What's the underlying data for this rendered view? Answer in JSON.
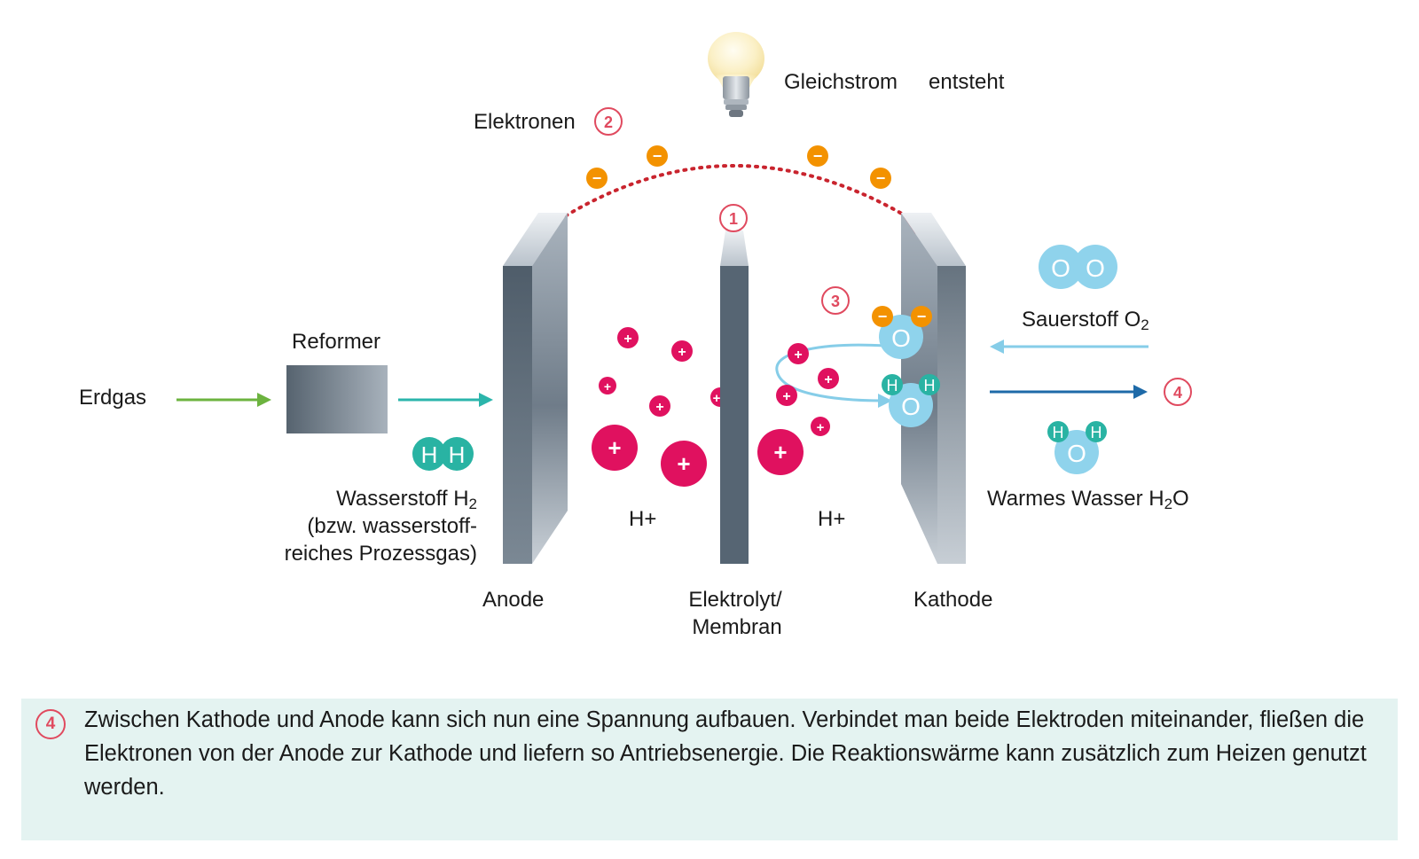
{
  "labels": {
    "gleichstrom": "Gleichstrom",
    "entsteht": "entsteht",
    "elektronen": "Elektronen",
    "reformer": "Reformer",
    "erdgas": "Erdgas",
    "wasserstoff_line1": "Wasserstoff H",
    "wasserstoff_sub": "2",
    "wasserstoff_line2": "(bzw. wasserstoff-",
    "wasserstoff_line3": "reiches Prozessgas)",
    "anode": "Anode",
    "elektrolyt_line1": "Elektrolyt/",
    "elektrolyt_line2": "Membran",
    "kathode": "Kathode",
    "h_plus_left": "H+",
    "h_plus_right": "H+",
    "sauerstoff": "Sauerstoff O",
    "sauerstoff_sub": "2",
    "warmes_wasser": "Warmes Wasser H",
    "warmes_wasser_sub": "2",
    "warmes_wasser_end": "O"
  },
  "badges": {
    "one": "1",
    "two": "2",
    "three": "3",
    "four": "4"
  },
  "atoms": {
    "hydrogen": "H",
    "oxygen": "O",
    "plus": "+",
    "minus": "−"
  },
  "info": {
    "badge": "4",
    "text": "Zwischen Kathode und Anode kann sich nun eine Spannung aufbauen. Verbindet man beide Elektroden miteinander, fließen die Elektronen von der Anode zur Kathode und liefern so Antriebsenergie. Die Reaktionswärme kann zusätzlich zum Heizen genutzt werden."
  },
  "colors": {
    "accent_red": "#e04a5f",
    "proton_magenta": "#e0115f",
    "electron_orange": "#f39200",
    "hydrogen_teal": "#29b3a3",
    "oxygen_lightblue": "#8fd3ec",
    "arrow_green": "#6cb33f",
    "arrow_teal": "#2bb5ab",
    "arrow_lightblue": "#86cde8",
    "arrow_darkblue": "#1e6aa8",
    "info_bg": "#e4f3f1"
  }
}
